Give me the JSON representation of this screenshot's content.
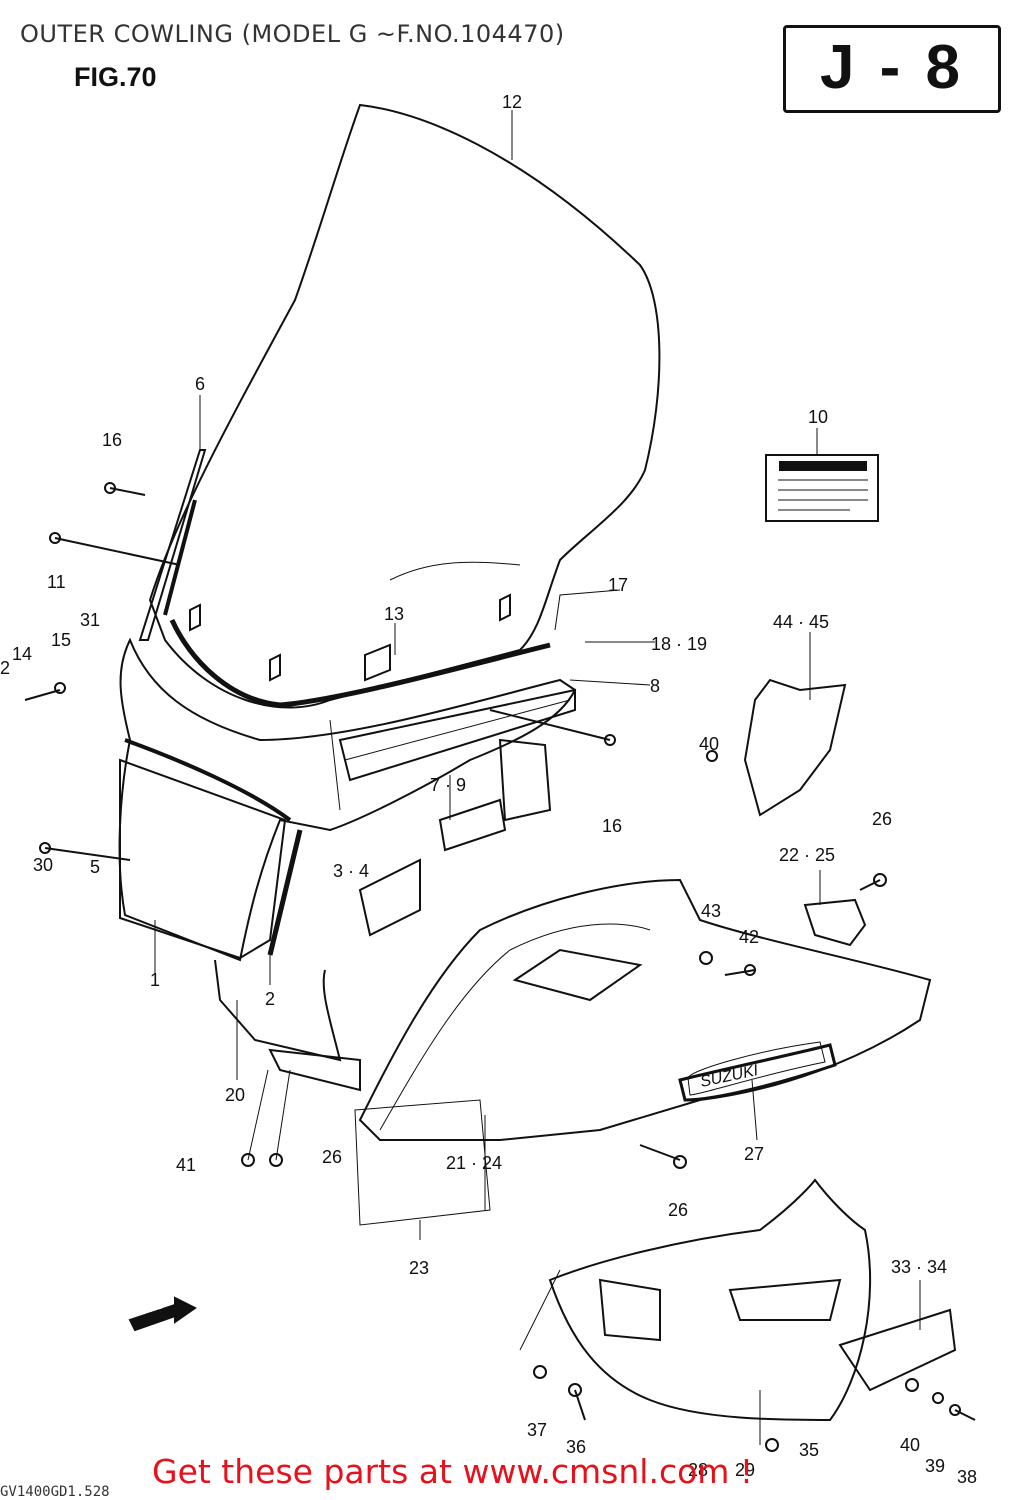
{
  "page": {
    "title": "OUTER COWLING (MODEL G ~F.NO.104470)",
    "figure": "FIG.70",
    "reference": "J - 8",
    "footer_link": "Get these parts at www.cmsnl.com !",
    "bottom_code": "GV1400GD1.528"
  },
  "callouts": [
    {
      "id": "c12",
      "text": "12"
    },
    {
      "id": "c6",
      "text": "6"
    },
    {
      "id": "c16a",
      "text": "16"
    },
    {
      "id": "c11",
      "text": "11"
    },
    {
      "id": "c10",
      "text": "10"
    },
    {
      "id": "c17",
      "text": "17"
    },
    {
      "id": "c13",
      "text": "13"
    },
    {
      "id": "c18_19",
      "text": "18 · 19"
    },
    {
      "id": "c8",
      "text": "8"
    },
    {
      "id": "c44_45",
      "text": "44 · 45"
    },
    {
      "id": "c14",
      "text": "14"
    },
    {
      "id": "c15",
      "text": "15"
    },
    {
      "id": "c31",
      "text": "31"
    },
    {
      "id": "c40a",
      "text": "40"
    },
    {
      "id": "c16b",
      "text": "16"
    },
    {
      "id": "c7_9",
      "text": "7 · 9"
    },
    {
      "id": "c30",
      "text": "30"
    },
    {
      "id": "c5",
      "text": "5"
    },
    {
      "id": "c3_4",
      "text": "3 · 4"
    },
    {
      "id": "c22_25",
      "text": "22 · 25"
    },
    {
      "id": "c26a",
      "text": "26"
    },
    {
      "id": "c43",
      "text": "43"
    },
    {
      "id": "c42",
      "text": "42"
    },
    {
      "id": "c1",
      "text": "1"
    },
    {
      "id": "c2",
      "text": "2"
    },
    {
      "id": "c20",
      "text": "20"
    },
    {
      "id": "c41",
      "text": "41"
    },
    {
      "id": "c26b",
      "text": "26"
    },
    {
      "id": "c21_24",
      "text": "21 · 24"
    },
    {
      "id": "c27",
      "text": "27"
    },
    {
      "id": "c26c",
      "text": "26"
    },
    {
      "id": "c23",
      "text": "23"
    },
    {
      "id": "c33_34",
      "text": "33 · 34"
    },
    {
      "id": "c37",
      "text": "37"
    },
    {
      "id": "c36",
      "text": "36"
    },
    {
      "id": "c35",
      "text": "35"
    },
    {
      "id": "c40b",
      "text": "40"
    },
    {
      "id": "c39",
      "text": "39"
    },
    {
      "id": "c38",
      "text": "38"
    },
    {
      "id": "c28",
      "text": "28"
    },
    {
      "id": "c29",
      "text": "29"
    },
    {
      "id": "c2_edge",
      "text": "2"
    }
  ],
  "decal_text": "SUZUKI",
  "direction_marker": "FWD"
}
